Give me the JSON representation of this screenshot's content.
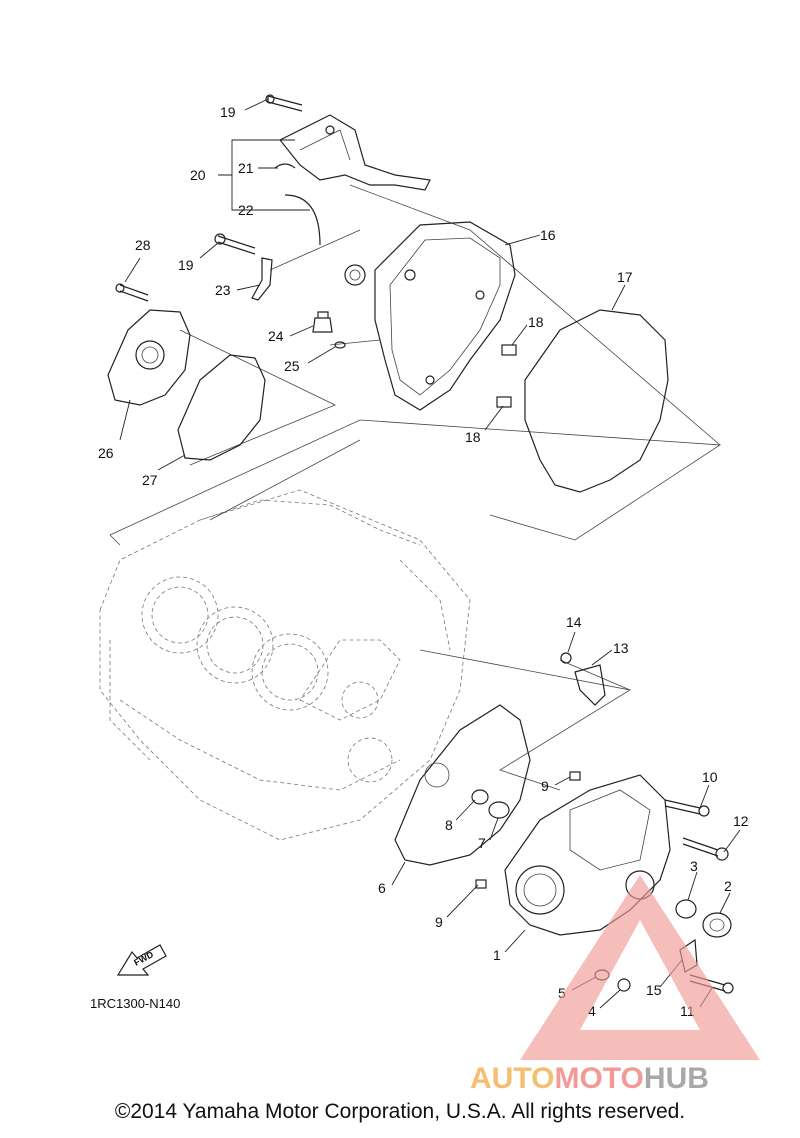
{
  "diagram": {
    "callouts": [
      "1",
      "2",
      "3",
      "4",
      "5",
      "6",
      "7",
      "8",
      "9",
      "9",
      "10",
      "11",
      "12",
      "13",
      "14",
      "15",
      "16",
      "17",
      "18",
      "18",
      "19",
      "19",
      "20",
      "21",
      "22",
      "23",
      "24",
      "25",
      "26",
      "27",
      "28"
    ],
    "fwd_label": "FWD",
    "diagram_code": "1RC1300-N140"
  },
  "watermark": {
    "text_auto": "AUTO",
    "text_moto": "MOTO",
    "text_hub": "HUB",
    "colors": {
      "auto": "#f5b35a",
      "moto": "#f08a84",
      "hub": "#9a9a9a",
      "triangle": "#f29a94"
    }
  },
  "footer": {
    "copyright": "©2014 Yamaha Motor Corporation, U.S.A. All rights reserved."
  }
}
